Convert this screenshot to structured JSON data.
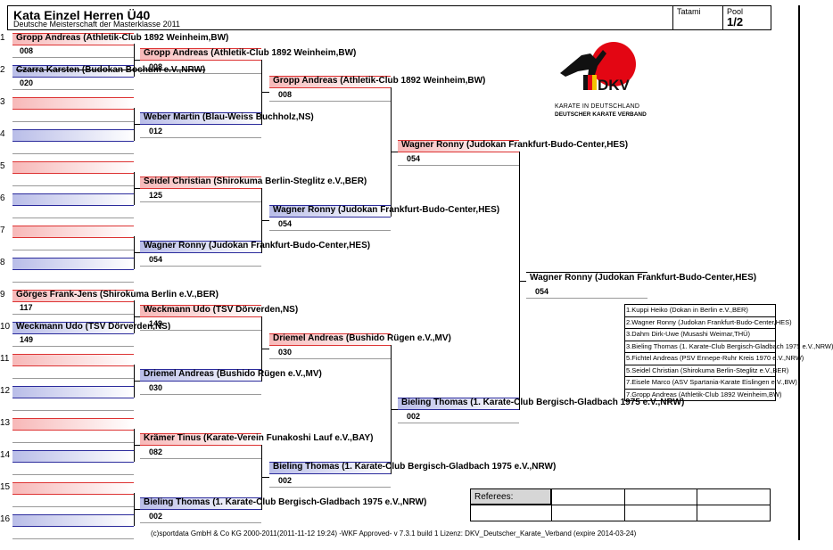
{
  "header": {
    "title": "Kata Einzel Herren Ü40",
    "subtitle": "Deutsche Meisterschaft der Masterklasse 2011",
    "tatami_label": "Tatami",
    "tatami_value": "",
    "pool_label": "Pool",
    "pool_value": "1/2"
  },
  "slots": [
    {
      "n": "1",
      "name": "Gropp Andreas (Athletik-Club 1892 Weinheim,BW)",
      "code": "008"
    },
    {
      "n": "2",
      "name": "Czarra Karsten (Budokan Bochum e.V.,NRW)",
      "code": "020"
    },
    {
      "n": "3",
      "name": "",
      "code": ""
    },
    {
      "n": "4",
      "name": "",
      "code": ""
    },
    {
      "n": "5",
      "name": "",
      "code": ""
    },
    {
      "n": "6",
      "name": "",
      "code": ""
    },
    {
      "n": "7",
      "name": "",
      "code": ""
    },
    {
      "n": "8",
      "name": "",
      "code": ""
    },
    {
      "n": "9",
      "name": "Görges Frank-Jens (Shirokuma Berlin e.V.,BER)",
      "code": "117"
    },
    {
      "n": "10",
      "name": "Weckmann Udo (TSV Dörverden,NS)",
      "code": "149"
    },
    {
      "n": "11",
      "name": "",
      "code": ""
    },
    {
      "n": "12",
      "name": "",
      "code": ""
    },
    {
      "n": "13",
      "name": "",
      "code": ""
    },
    {
      "n": "14",
      "name": "",
      "code": ""
    },
    {
      "n": "15",
      "name": "",
      "code": ""
    },
    {
      "n": "16",
      "name": "",
      "code": ""
    }
  ],
  "round2": [
    {
      "name": "Gropp Andreas (Athletik-Club 1892 Weinheim,BW)",
      "code": "008"
    },
    {
      "name": "Weber Martin (Blau-Weiss Buchholz,NS)",
      "code": "012"
    },
    {
      "name": "Seidel Christian (Shirokuma Berlin-Steglitz e.V.,BER)",
      "code": "125"
    },
    {
      "name": "Wagner Ronny (Judokan Frankfurt-Budo-Center,HES)",
      "code": "054"
    },
    {
      "name": "Weckmann Udo (TSV Dörverden,NS)",
      "code": "149"
    },
    {
      "name": "Driemel Andreas (Bushido Rügen e.V.,MV)",
      "code": "030"
    },
    {
      "name": "Krämer Tinus (Karate-Verein Funakoshi Lauf e.V.,BAY)",
      "code": "082"
    },
    {
      "name": "Bieling Thomas (1. Karate-Club Bergisch-Gladbach 1975 e.V.,NRW)",
      "code": "002"
    }
  ],
  "round3": [
    {
      "name": "Gropp Andreas (Athletik-Club 1892 Weinheim,BW)",
      "code": "008"
    },
    {
      "name": "Wagner Ronny (Judokan Frankfurt-Budo-Center,HES)",
      "code": "054"
    },
    {
      "name": "Driemel Andreas (Bushido Rügen e.V.,MV)",
      "code": "030"
    },
    {
      "name": "Bieling Thomas (1. Karate-Club Bergisch-Gladbach 1975 e.V.,NRW)",
      "code": "002"
    }
  ],
  "round4": [
    {
      "name": "Wagner Ronny (Judokan Frankfurt-Budo-Center,HES)",
      "code": "054"
    },
    {
      "name": "Bieling Thomas (1. Karate-Club Bergisch-Gladbach 1975 e.V.,NRW)",
      "code": "002"
    }
  ],
  "final": {
    "name": "Wagner Ronny (Judokan Frankfurt-Budo-Center,HES)",
    "code": "054"
  },
  "logo": {
    "brand": "DKV",
    "line1": "KARATE IN DEUTSCHLAND",
    "line2": "DEUTSCHER KARATE VERBAND",
    "colors": {
      "red": "#e30613",
      "black": "#111111",
      "gold": "#f2c200"
    }
  },
  "rankings": [
    "1.Kuppi Heiko (Dokan in Berlin e.V.,BER)",
    "2.Wagner Ronny (Judokan Frankfurt-Budo-Center,HES)",
    "3.Dahm Dirk-Uwe (Musashi Weimar,THÜ)",
    "3.Bieling Thomas (1. Karate-Club Bergisch-Gladbach 1975 e.V.,NRW)",
    "5.Fichtel Andreas (PSV Ennepe-Ruhr Kreis 1970 e.V.,NRW)",
    "5.Seidel Christian (Shirokuma Berlin-Steglitz e.V.,BER)",
    "7.Eisele Marco (ASV Spartania-Karate Eislingen e.V.,BW)",
    "7.Gropp Andreas (Athletik-Club 1892 Weinheim,BW)"
  ],
  "referees_label": "Referees:",
  "footer": "(c)sportdata GmbH & Co KG 2000-2011(2011-11-12 19:24) -WKF Approved- v 7.3.1 build 1 Lizenz: DKV_Deutscher_Karate_Verband (expire 2014-03-24)"
}
